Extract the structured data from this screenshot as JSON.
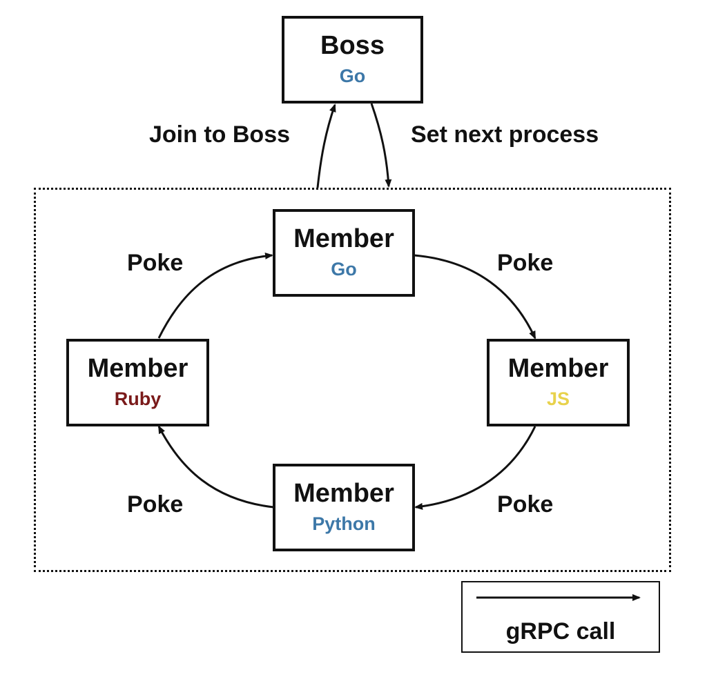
{
  "nodes": {
    "boss": {
      "title": "Boss",
      "lang": "Go"
    },
    "member_go": {
      "title": "Member",
      "lang": "Go"
    },
    "member_js": {
      "title": "Member",
      "lang": "JS"
    },
    "member_python": {
      "title": "Member",
      "lang": "Python"
    },
    "member_ruby": {
      "title": "Member",
      "lang": "Ruby"
    }
  },
  "edges": {
    "join_to_boss": "Join to Boss",
    "set_next_process": "Set next process",
    "poke_go_to_js": "Poke",
    "poke_js_to_python": "Poke",
    "poke_python_to_ruby": "Poke",
    "poke_ruby_to_go": "Poke"
  },
  "legend": {
    "label": "gRPC call"
  },
  "colors": {
    "go": "#3d78a8",
    "python": "#3d78a8",
    "js": "#e8d24c",
    "ruby": "#7a1a1a",
    "stroke": "#111111"
  }
}
